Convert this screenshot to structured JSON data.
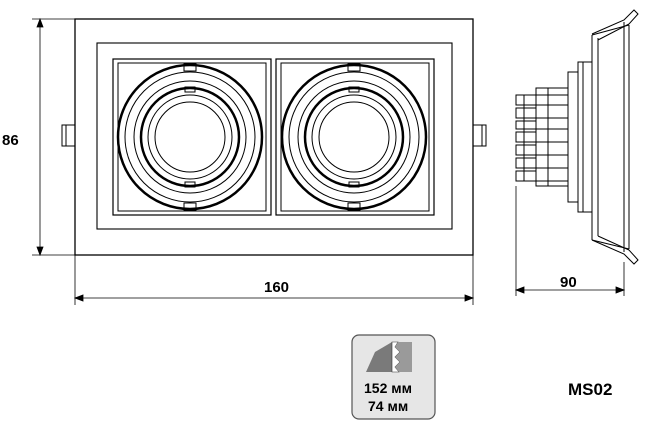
{
  "dimensions": {
    "height": "86",
    "width": "160",
    "depth": "90"
  },
  "cutout": {
    "icon": "cutout-saw-icon",
    "width": "152 мм",
    "height": "74 мм"
  },
  "model": "MS02",
  "colors": {
    "line": "#000000",
    "panel": "#e6e6e6",
    "cutout_shape": "#7a7a7a"
  }
}
